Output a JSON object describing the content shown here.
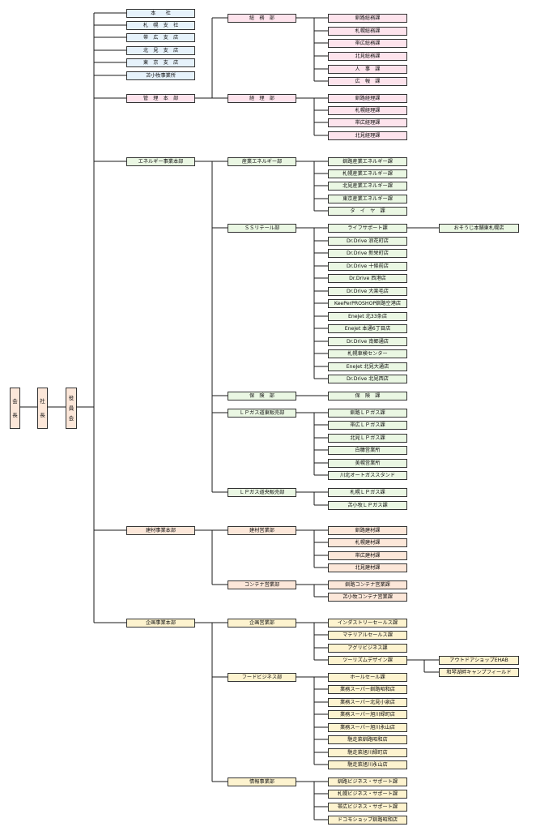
{
  "colors": {
    "line": "#1a1a1a",
    "border": "#333333",
    "text": "#111111",
    "pink": "#fde3ec",
    "green": "#eaf7e3",
    "yellow": "#fdf3cf",
    "peach": "#fce7d9",
    "blue": "#e6f2fb"
  },
  "top": {
    "chairman": "会長",
    "president": "社長",
    "board": "役員会"
  },
  "offices": [
    "本　　社",
    "札　幌　支　社",
    "帯　広　支　店",
    "北　見　支　店",
    "東　京　支　店",
    "苫小牧事業所"
  ],
  "hq": [
    {
      "name": "管　理　本　部",
      "color": "pink",
      "depts": [
        {
          "name": "総　務　部",
          "sections": [
            {
              "name": "釧路総務課"
            },
            {
              "name": "札幌総務課"
            },
            {
              "name": "帯広総務課"
            },
            {
              "name": "北見総務課"
            },
            {
              "name": "人　事　課"
            },
            {
              "name": "広　報　課"
            }
          ]
        },
        {
          "name": "経　理　部",
          "sections": [
            {
              "name": "釧路経理課"
            },
            {
              "name": "札幌経理課"
            },
            {
              "name": "帯広経理課"
            },
            {
              "name": "北見経理課"
            }
          ]
        }
      ]
    },
    {
      "name": "エネルギー事業本部",
      "color": "green",
      "depts": [
        {
          "name": "産業エネルギー部",
          "sections": [
            {
              "name": "釧路産業エネルギー課"
            },
            {
              "name": "札幌産業エネルギー課"
            },
            {
              "name": "北見産業エネルギー課"
            },
            {
              "name": "東京産業エネルギー課"
            },
            {
              "name": "タ　イ　ヤ　課"
            }
          ]
        },
        {
          "name": "ＳＳリテール部",
          "sections": [
            {
              "name": "ライフサポート課",
              "children": [
                "おそうじ本舗東札幌店"
              ]
            },
            {
              "name": "Dr.Drive 浪花町店"
            },
            {
              "name": "Dr.Drive 新栄町店"
            },
            {
              "name": "Dr.Drive 十條前店"
            },
            {
              "name": "Dr.Drive 西港店"
            },
            {
              "name": "Dr.Drive 大楽毛店"
            },
            {
              "name": "KeePerPROSHOP釧路空港店"
            },
            {
              "name": "EneJet 北33条店"
            },
            {
              "name": "EneJet 本通6丁目店"
            },
            {
              "name": "Dr.Drive 南郷通店"
            },
            {
              "name": "札幌車検センター"
            },
            {
              "name": "EneJet 北見大通店"
            },
            {
              "name": "Dr.Drive 北見西店"
            }
          ]
        },
        {
          "name": "保　険　部",
          "sections": [
            {
              "name": "保　険　課"
            }
          ]
        },
        {
          "name": "ＬＰガス道東販売部",
          "sections": [
            {
              "name": "釧路ＬＰガス課"
            },
            {
              "name": "帯広ＬＰガス課"
            },
            {
              "name": "北見ＬＰガス課"
            },
            {
              "name": "白糠営業所"
            },
            {
              "name": "美幌営業所"
            },
            {
              "name": "川北オートガススタンド"
            }
          ]
        },
        {
          "name": "ＬＰガス道央販売部",
          "sections": [
            {
              "name": "札幌ＬＰガス課"
            },
            {
              "name": "苫小牧ＬＰガス課"
            }
          ]
        }
      ]
    },
    {
      "name": "建材事業本部",
      "color": "peach",
      "depts": [
        {
          "name": "建材営業部",
          "sections": [
            {
              "name": "釧路建材課"
            },
            {
              "name": "札幌建材課"
            },
            {
              "name": "帯広建材課"
            },
            {
              "name": "北見建材課"
            }
          ]
        },
        {
          "name": "コンテナ営業部",
          "sections": [
            {
              "name": "釧路コンテナ営業課"
            },
            {
              "name": "苫小牧コンテナ営業課"
            }
          ]
        }
      ]
    },
    {
      "name": "企画事業本部",
      "color": "yellow",
      "depts": [
        {
          "name": "企画営業部",
          "sections": [
            {
              "name": "インダストリーセールス課"
            },
            {
              "name": "マテリアルセールス課"
            },
            {
              "name": "アグリビジネス課"
            },
            {
              "name": "ツーリズムデザイン課",
              "children": [
                "アウトドアショップEHAB",
                "和琴湖畔キャンプフィールド"
              ]
            }
          ]
        },
        {
          "name": "フードビジネス部",
          "sections": [
            {
              "name": "ホールセール課"
            },
            {
              "name": "業務スーパー釧路昭和店"
            },
            {
              "name": "業務スーパー北見小泉店"
            },
            {
              "name": "業務スーパー旭川緑町店"
            },
            {
              "name": "業務スーパー旭川永山店"
            },
            {
              "name": "馳走菜釧路昭和店"
            },
            {
              "name": "馳走菜旭川緑町店"
            },
            {
              "name": "馳走菜旭川永山店"
            }
          ]
        },
        {
          "name": "情報事業部",
          "sections": [
            {
              "name": "釧路ビジネス・サポート課"
            },
            {
              "name": "札幌ビジネス・サポート課"
            },
            {
              "name": "帯広ビジネス・サポート課"
            },
            {
              "name": "ドコモショップ釧路昭和店"
            }
          ]
        }
      ]
    }
  ]
}
